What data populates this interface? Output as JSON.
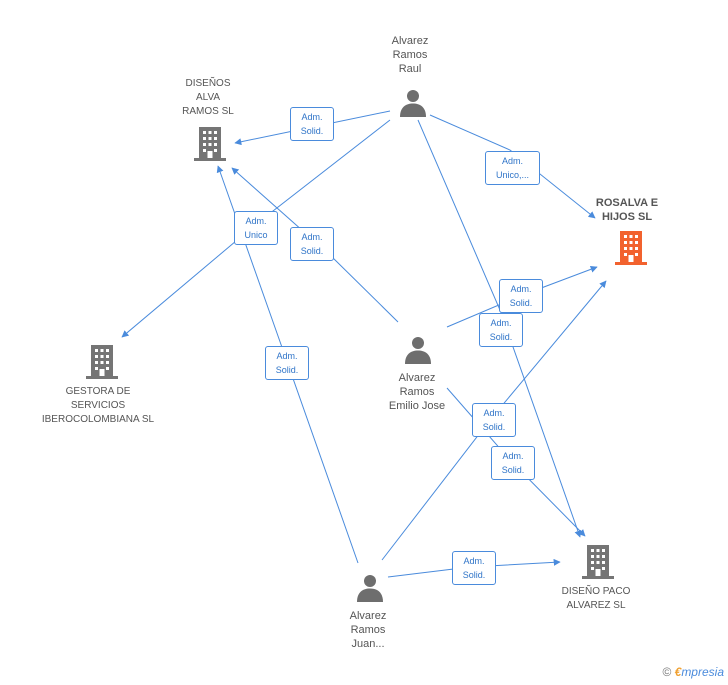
{
  "colors": {
    "edge": "#4a8bdc",
    "company": "#757575",
    "company_highlight": "#f2622e",
    "person": "#6e6e6e"
  },
  "nodes": {
    "alvarez_ramos_raul": {
      "kind": "person",
      "icon": "person-icon",
      "lines": [
        "Alvarez",
        "Ramos",
        "Raul"
      ]
    },
    "disenos_alva": {
      "kind": "company",
      "icon": "building-icon",
      "lines": [
        "DISEÑOS",
        "ALVA",
        "RAMOS SL"
      ]
    },
    "rosalva": {
      "kind": "company-highlight",
      "icon": "building-icon",
      "lines": [
        "ROSALVA E",
        "HIJOS SL"
      ]
    },
    "gestora": {
      "kind": "company",
      "icon": "building-icon",
      "lines": [
        "GESTORA DE",
        "SERVICIOS",
        "IBEROCOLOMBIANA SL"
      ]
    },
    "emilio_jose": {
      "kind": "person",
      "icon": "person-icon",
      "lines": [
        "Alvarez",
        "Ramos",
        "Emilio Jose"
      ]
    },
    "juan": {
      "kind": "person",
      "icon": "person-icon",
      "lines": [
        "Alvarez",
        "Ramos",
        "Juan..."
      ]
    },
    "diseno_paco": {
      "kind": "company",
      "icon": "building-icon",
      "lines": [
        "DISEÑO PACO",
        "ALVAREZ SL"
      ]
    }
  },
  "edge_labels": [
    [
      "Adm.",
      "Solid."
    ],
    [
      "Adm.",
      "Unico,..."
    ],
    [
      "Adm.",
      "Unico"
    ],
    [
      "Adm.",
      "Solid."
    ],
    [
      "Adm.",
      "Solid."
    ],
    [
      "Adm.",
      "Solid."
    ],
    [
      "Adm.",
      "Solid."
    ],
    [
      "Adm.",
      "Solid."
    ],
    [
      "Adm.",
      "Solid."
    ],
    [
      "Adm.",
      "Solid."
    ]
  ],
  "watermark": {
    "copyright": "©",
    "brand_initial": "€",
    "brand_rest": "mpresia"
  }
}
